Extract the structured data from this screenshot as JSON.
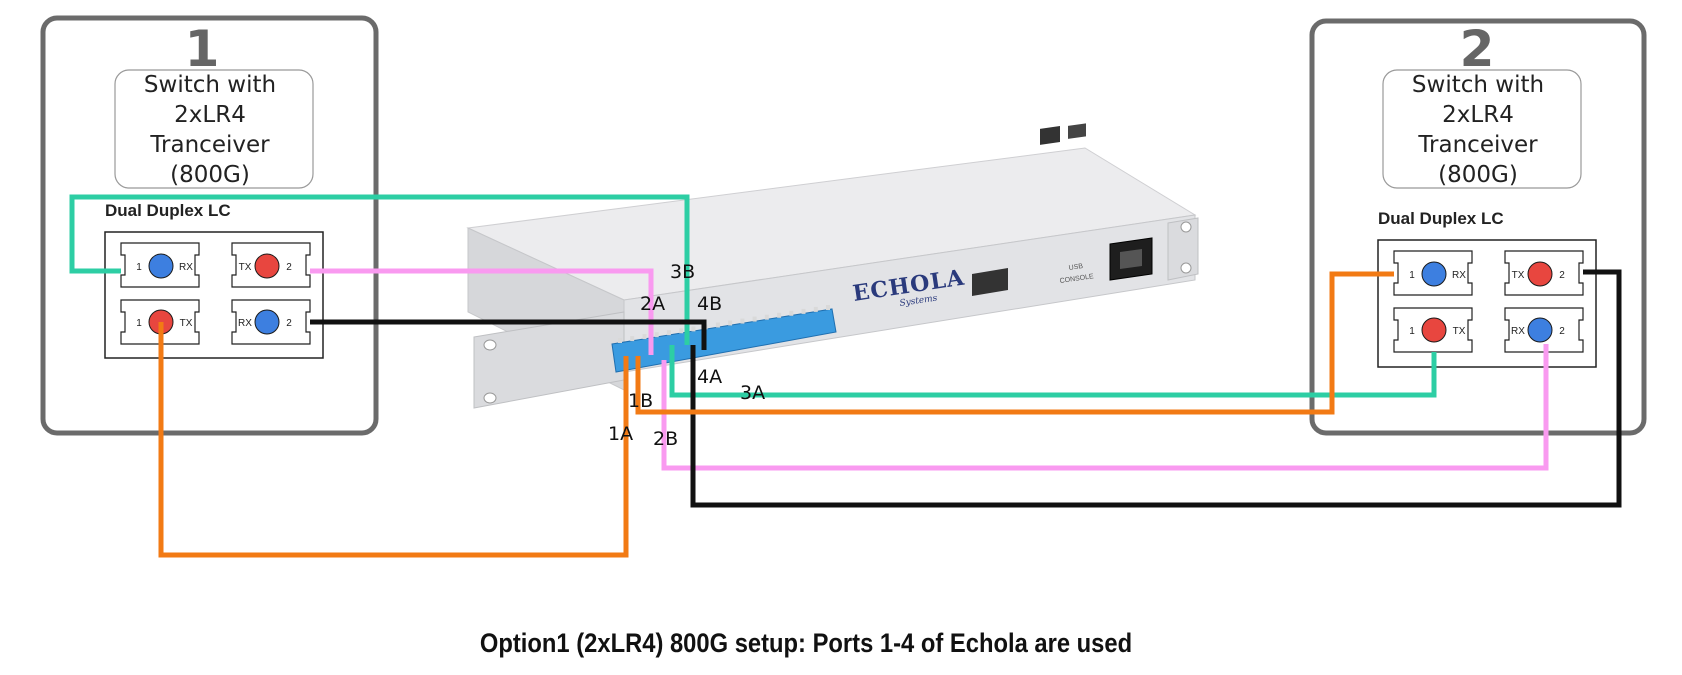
{
  "switch_left": {
    "number": "1",
    "label_lines": [
      "Switch with",
      "2xLR4",
      "Tranceiver",
      "(800G)"
    ],
    "lc_title": "Dual Duplex LC",
    "ports": {
      "top_left": {
        "num": "1",
        "role": "RX"
      },
      "top_right": {
        "num": "2",
        "role": "TX"
      },
      "bottom_left": {
        "num": "1",
        "role": "TX"
      },
      "bottom_right": {
        "num": "2",
        "role": "RX"
      }
    }
  },
  "switch_right": {
    "number": "2",
    "label_lines": [
      "Switch with",
      "2xLR4",
      "Tranceiver",
      "(800G)"
    ],
    "lc_title": "Dual Duplex LC",
    "ports": {
      "top_left": {
        "num": "1",
        "role": "RX"
      },
      "top_right": {
        "num": "2",
        "role": "TX"
      },
      "bottom_left": {
        "num": "1",
        "role": "TX"
      },
      "bottom_right": {
        "num": "2",
        "role": "RX"
      }
    }
  },
  "device": {
    "brand": "ECHOLA",
    "brand_sub": "Systems",
    "usb_label": "USB",
    "console_label": "CONSOLE"
  },
  "fiber_labels": {
    "l3B": "3B",
    "l2A": "2A",
    "l4B": "4B",
    "l4A": "4A",
    "l3A": "3A",
    "l1B": "1B",
    "l1A": "1A",
    "l2B": "2B"
  },
  "colors": {
    "rx_dot": "#3d7fe0",
    "tx_dot": "#e8463f",
    "fiber_teal": "#2dcea4",
    "fiber_pink": "#f99af0",
    "fiber_black": "#111111",
    "fiber_orange": "#f27a14",
    "device_ports": "#3a9be0"
  },
  "caption": "Option1 (2xLR4) 800G setup: Ports 1-4 of Echola are used"
}
